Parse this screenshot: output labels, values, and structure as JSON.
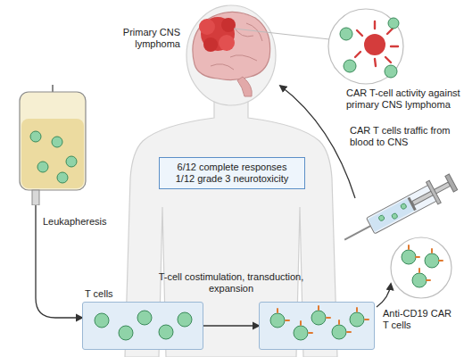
{
  "diagram": {
    "nodes": [
      {
        "text": [
          "Leukapheresis"
        ]
      },
      {
        "text": [
          "T cells"
        ]
      },
      {
        "text": [
          "Anti-CD19 CAR T cells"
        ]
      },
      {
        "text": [
          "6/12 complete responses",
          "1/12 grade 3 neurotoxicity"
        ]
      }
    ],
    "edges": [
      {
        "from": 0,
        "to": 1,
        "arrow": "to"
      },
      {
        "from": 1,
        "to": 2,
        "label": "T-cell costimulation, transduction, expansion",
        "arrow": "to"
      }
    ],
    "labels": [
      "Primary CNS lymphoma",
      "CAR T-cell activity against primary CNS lymphoma",
      "CAR T cells traffic from blood to CNS"
    ]
  }
}
